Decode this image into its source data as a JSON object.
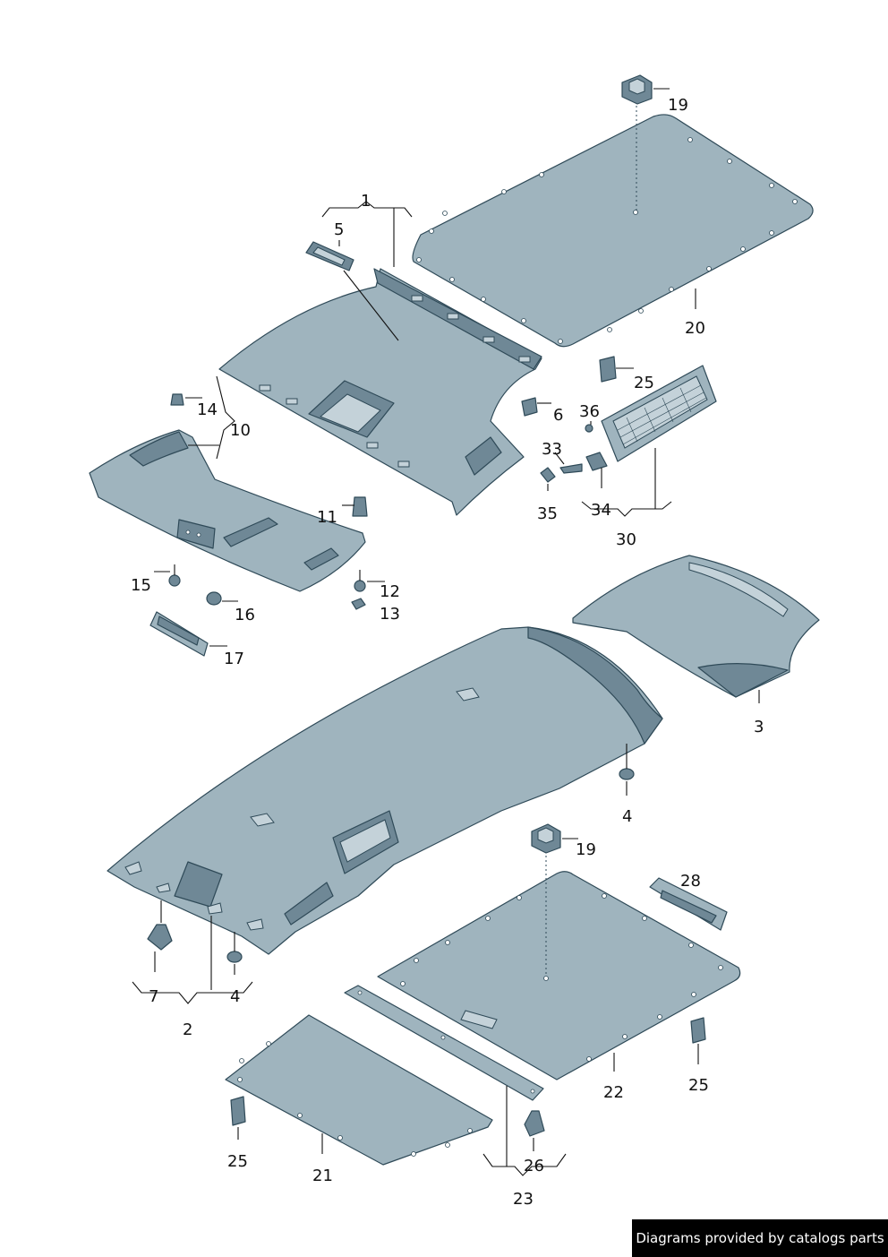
{
  "labels": {
    "l1": "1",
    "l2": "2",
    "l3": "3",
    "l4a": "4",
    "l4b": "4",
    "l5": "5",
    "l6": "6",
    "l7": "7",
    "l10": "10",
    "l11": "11",
    "l12": "12",
    "l13": "13",
    "l14": "14",
    "l15": "15",
    "l16": "16",
    "l17": "17",
    "l19a": "19",
    "l19b": "19",
    "l20": "20",
    "l21": "21",
    "l22": "22",
    "l23": "23",
    "l25a": "25",
    "l25b": "25",
    "l25c": "25",
    "l26": "26",
    "l28": "28",
    "l30": "30",
    "l33": "33",
    "l34": "34",
    "l35": "35",
    "l36": "36"
  },
  "credit": "Diagrams provided by catalogs parts",
  "colors": {
    "part_fill": "#9fb4be",
    "outline": "#2f4a58",
    "credit_bg": "#000000"
  }
}
